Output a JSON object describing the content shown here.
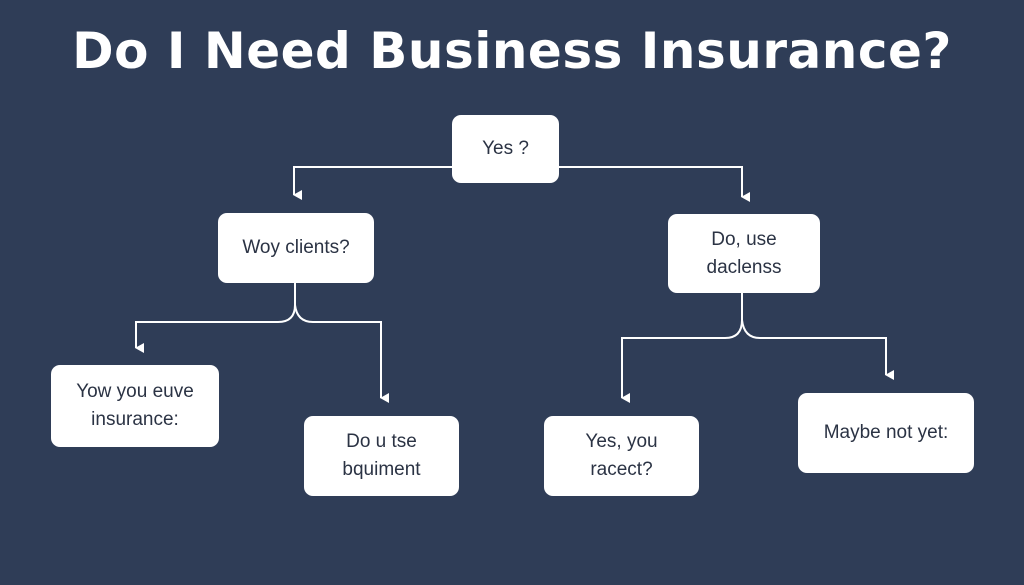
{
  "title": "Do I Need Business Insurance?",
  "colors": {
    "background": "#2f3d57",
    "node": "#ffffff",
    "text": "#2b3344",
    "line": "#ffffff"
  },
  "nodes": {
    "root": {
      "lines": [
        "Yes ?"
      ]
    },
    "left": {
      "lines": [
        "Woy clients?"
      ]
    },
    "right": {
      "lines": [
        "Do, use",
        "daclenss"
      ]
    },
    "left_left": {
      "lines": [
        "Yow you euve",
        "insurance:"
      ]
    },
    "left_right": {
      "lines": [
        "Do u tse",
        "bquiment"
      ]
    },
    "right_left": {
      "lines": [
        "Yes, you",
        "racect?"
      ]
    },
    "right_right": {
      "lines": [
        "Maybe not yet:"
      ]
    }
  },
  "edges": [
    {
      "from": "root",
      "to": "left"
    },
    {
      "from": "root",
      "to": "right"
    },
    {
      "from": "left",
      "to": "left_left"
    },
    {
      "from": "left",
      "to": "left_right"
    },
    {
      "from": "right",
      "to": "right_left"
    },
    {
      "from": "right",
      "to": "right_right"
    }
  ]
}
